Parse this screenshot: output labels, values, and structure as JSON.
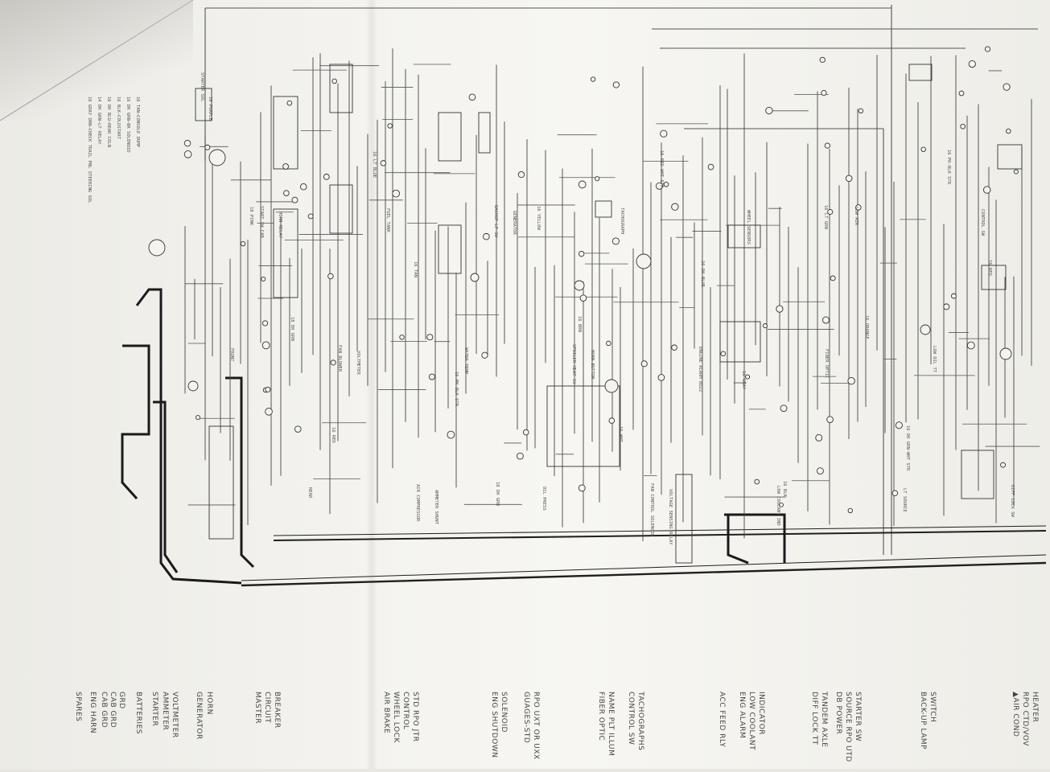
{
  "circuit_labels": [
    "SPARES",
    "ENG HARN",
    "CAB GRD",
    "CAB GRD",
    "GRD",
    "BATTERIES",
    "STARTER",
    "AMMETER",
    "VOLTMETER",
    "GENERATOR",
    "HORN",
    "MASTER",
    "CIRCUIT",
    "BREAKER",
    "AIR BRAKE",
    "WHEEL LOCK",
    "CONTROL",
    "STD RPO JTR",
    "ENG SHUTDOWN",
    "SOLENOID",
    "GUAGES-STD",
    "RPO UXT OR UXX",
    "FIBER OPTIC",
    "NAME PLT ILLUM",
    "CONTROL SW",
    "TACHOGRAPHS",
    "ACC FEED RLY",
    "ENG ALARM",
    "LOW COOLANT",
    "INDICATOR",
    "DIFF LOCK TT",
    "TANDEM AXLE",
    "DB POWER",
    "SOURCE RPO UTD",
    "STARTER SW",
    "BACK-UP LAMP",
    "SWITCH",
    "▲AIR COND",
    "RPO CTD/VOV",
    "HEATER"
  ],
  "wire_labels": [
    "16 PURPLE",
    "18 PINK",
    "18 DK GRN",
    "16 RED",
    "16 LT BLUE",
    "16 TAN",
    "16 PK-BLK STR",
    "18 DK GRN",
    "16 YELLOW",
    "16 BRN",
    "16 WHT",
    "16 RED-WHT STR",
    "16 DK BLUE",
    "16 GRAY",
    "16 BLK",
    "16 LT GRN",
    "16 ORANGE",
    "16 DK GRN-WHT STR",
    "16 PK-BLK STR",
    "16 RED"
  ],
  "component_labels": [
    "STARTER SOL",
    "HORN RELAY",
    "VOLTMETER",
    "AMMETER SHUNT",
    "GENERATOR",
    "HORN BUTTON",
    "VOLTAGE SENSING RELAY",
    "WHEEL SENSORS",
    "FIBER OPTIC",
    "LT SOURCE",
    "CONTROL SW",
    "FRONT",
    "REAR",
    "FUEL TANK",
    "WATER TEMP",
    "OIL PRESS",
    "TACHOGRAPH",
    "ENGINE ALARM BUZZ",
    "LOW COOLANT IND",
    "LOW AIR",
    "LOW OIL TT",
    "DIFF LOCK SW",
    "START SW CAB",
    "FAN BLOWER",
    "AIR COMPRESSOR",
    "BACKUP LP SW",
    "SPOILER HEAT SV",
    "FAN CONTROL SOLENOID"
  ],
  "legend": [
    "16 GRAY DRN—CHECK TRAIL PNL STEERING SOL",
    "14 DK GRN—LT RELAY",
    "16 DK BLU—REAR COLN",
    "16 BLK—COLDSTART",
    "16 DK GRN—BR SOLENOID",
    "16 TAN—CONSOLE DUMP"
  ],
  "colors": {
    "paper": "#f4f3ef",
    "ink": "#2b2b2b",
    "ink_light": "#666666"
  }
}
